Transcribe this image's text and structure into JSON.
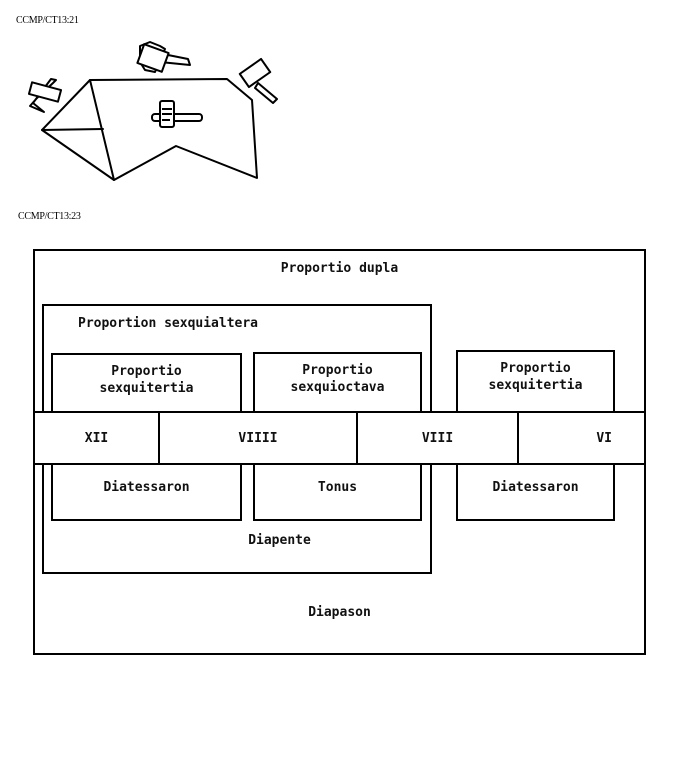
{
  "captions": {
    "figure1": "CCMP/CT13:21",
    "figure2": "CCMP/CT13:23"
  },
  "sketch": {
    "description": "hand-drawn polygon with four small bandage-like glyphs",
    "glyphs": [
      "glyph-left",
      "glyph-top",
      "glyph-right",
      "glyph-center"
    ]
  },
  "diagram": {
    "outer": {
      "top_label": "Proportio dupla",
      "bottom_label": "Diapason"
    },
    "sesquialtera": {
      "top_label": "Proportion sexquialtera",
      "bottom_label": "Diapente"
    },
    "upper_boxes": [
      {
        "line1": "Proportio",
        "line2": "sexquitertia"
      },
      {
        "line1": "Proportio",
        "line2": "sexquioctava"
      },
      {
        "line1": "Proportio",
        "line2": "sexquitertia"
      }
    ],
    "numbers": [
      "XII",
      "VIIII",
      "VIII",
      "VI"
    ],
    "lower_boxes": [
      "Diatessaron",
      "Tonus",
      "Diatessaron"
    ]
  }
}
